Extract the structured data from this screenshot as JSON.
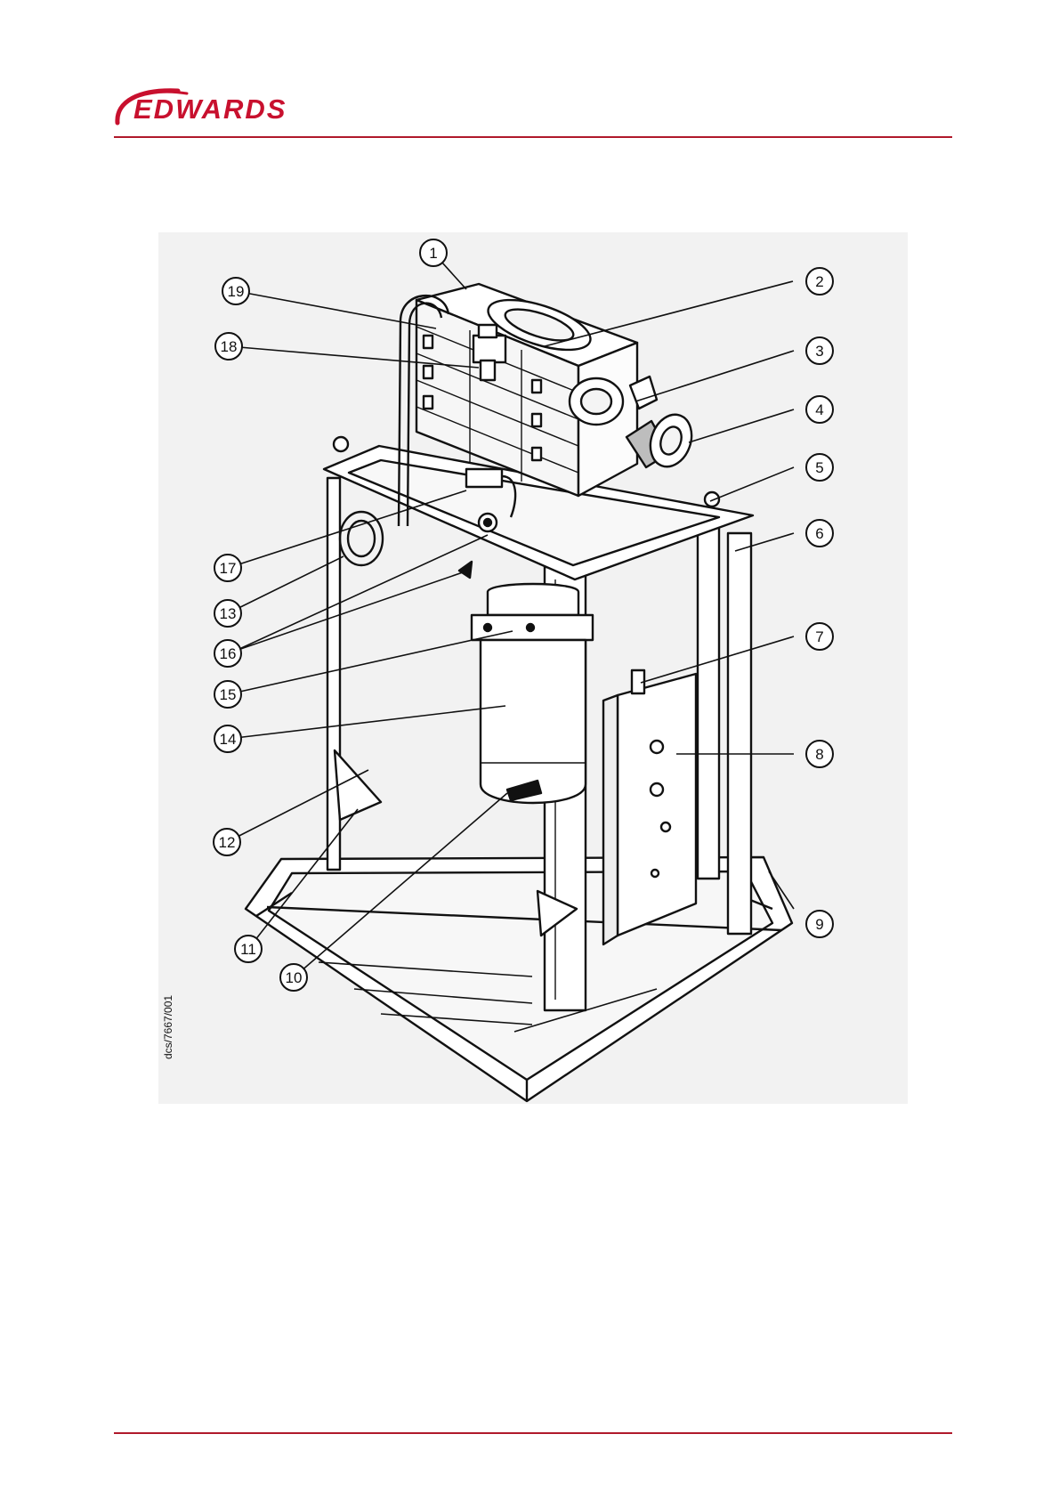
{
  "header": {
    "brand": "EDWARDS",
    "accent_color": "#c8102e"
  },
  "figure": {
    "reference": "dcs/7667/001",
    "callouts": [
      "1",
      "2",
      "3",
      "4",
      "5",
      "6",
      "7",
      "8",
      "9",
      "10",
      "11",
      "12",
      "13",
      "14",
      "15",
      "16",
      "17",
      "18",
      "19"
    ]
  }
}
